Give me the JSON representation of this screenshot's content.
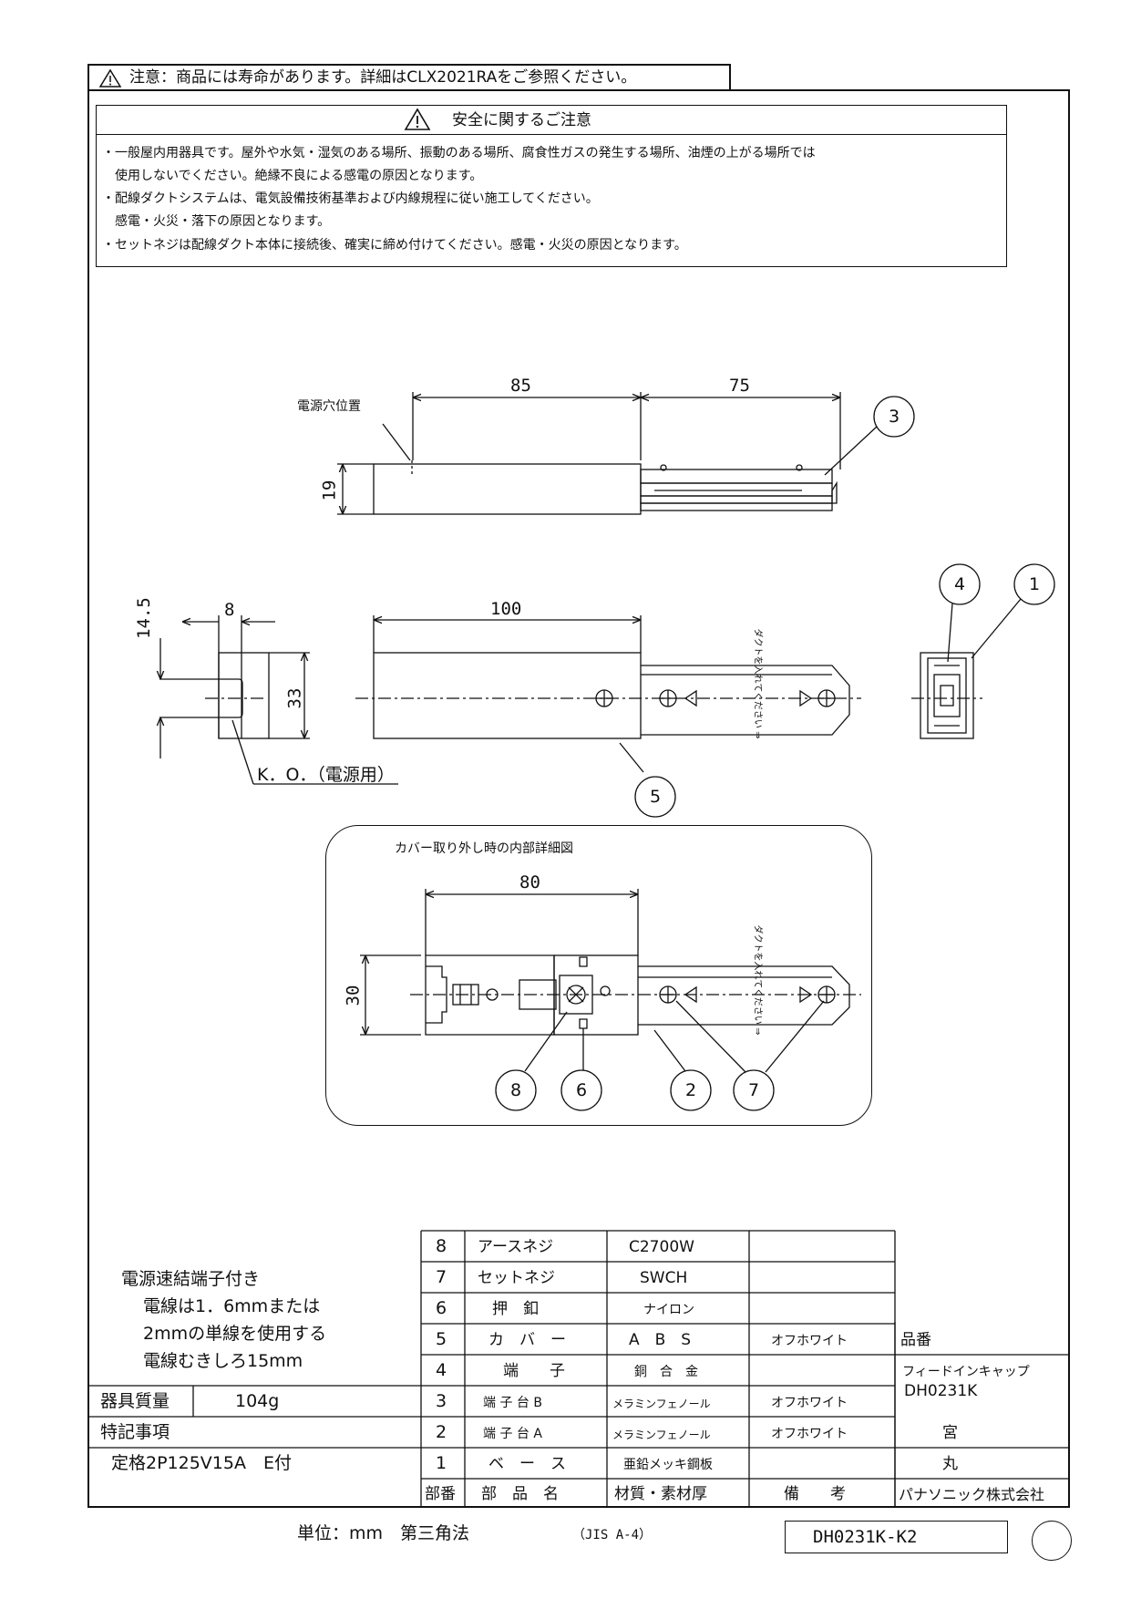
{
  "caution_banner": "注意：商品には寿命があります。詳細はCLX2021RAをご参照ください。",
  "safety": {
    "title": "安全に関するご注意",
    "lines": [
      "・一般屋内用器具です。屋外や水気・湿気のある場所、振動のある場所、腐食性ガスの発生する場所、油煙の上がる場所では",
      "　使用しないでください。絶縁不良による感電の原因となります。",
      "・配線ダクトシステムは、電気設備技術基準および内線規程に従い施工してください。",
      "　感電・火災・落下の原因となります。",
      "・セットネジは配線ダクト本体に接続後、確実に締め付けてください。感電・火災の原因となります。"
    ]
  },
  "drawing": {
    "dims": {
      "top_85": "85",
      "top_75": "75",
      "top_19": "19",
      "power_hole": "電源穴位置",
      "side_14_5": "14.5",
      "side_8": "8",
      "side_33": "33",
      "ko_label": "K．O．（電源用）",
      "front_100": "100",
      "detail_80": "80",
      "detail_30": "30"
    },
    "detail_title": "カバー取り外し時の内部詳細図",
    "callouts": [
      "3",
      "4",
      "1",
      "5",
      "8",
      "6",
      "2",
      "7"
    ],
    "label_text": "ダクトを入れてください ⇒"
  },
  "notes": {
    "lines": [
      "電源速結端子付き",
      "電線は1．6mmまたは",
      "2mmの単線を使用する",
      "電線むきしろ15mm"
    ]
  },
  "weight": {
    "label": "器具質量",
    "value": "104g"
  },
  "special": {
    "label": "特記事項",
    "value": "定格2P125V15A　E付"
  },
  "parts": [
    {
      "no": "8",
      "name": "アースネジ",
      "material": "C2700W",
      "remark": ""
    },
    {
      "no": "7",
      "name": "セットネジ",
      "material": "SWCH",
      "remark": ""
    },
    {
      "no": "6",
      "name": "押　釦",
      "material": "ナイロン",
      "remark": ""
    },
    {
      "no": "5",
      "name": "カ　バ　ー",
      "material": "A　B　S",
      "remark": "オフホワイト"
    },
    {
      "no": "4",
      "name": "端　　子",
      "material": "銅　合　金",
      "remark": ""
    },
    {
      "no": "3",
      "name": "端 子 台 B",
      "material": "メラミンフェノール",
      "remark": "オフホワイト"
    },
    {
      "no": "2",
      "name": "端 子 台 A",
      "material": "メラミンフェノール",
      "remark": "オフホワイト"
    },
    {
      "no": "1",
      "name": "ベ　ー　ス",
      "material": "亜鉛メッキ鋼板",
      "remark": ""
    }
  ],
  "table_headers": {
    "no": "部番",
    "name": "部　品　名",
    "material": "材質・素材厚",
    "remark": "備　　考"
  },
  "product": {
    "label": "品番",
    "name": "フィードインキャップ",
    "code": "DH0231K",
    "stamp1": "宮",
    "stamp2": "丸",
    "company": "パナソニック株式会社"
  },
  "footer": {
    "unit": "単位：mm　第三角法",
    "std": "（JIS A-4）",
    "doc_no": "DH0231K-K2"
  }
}
